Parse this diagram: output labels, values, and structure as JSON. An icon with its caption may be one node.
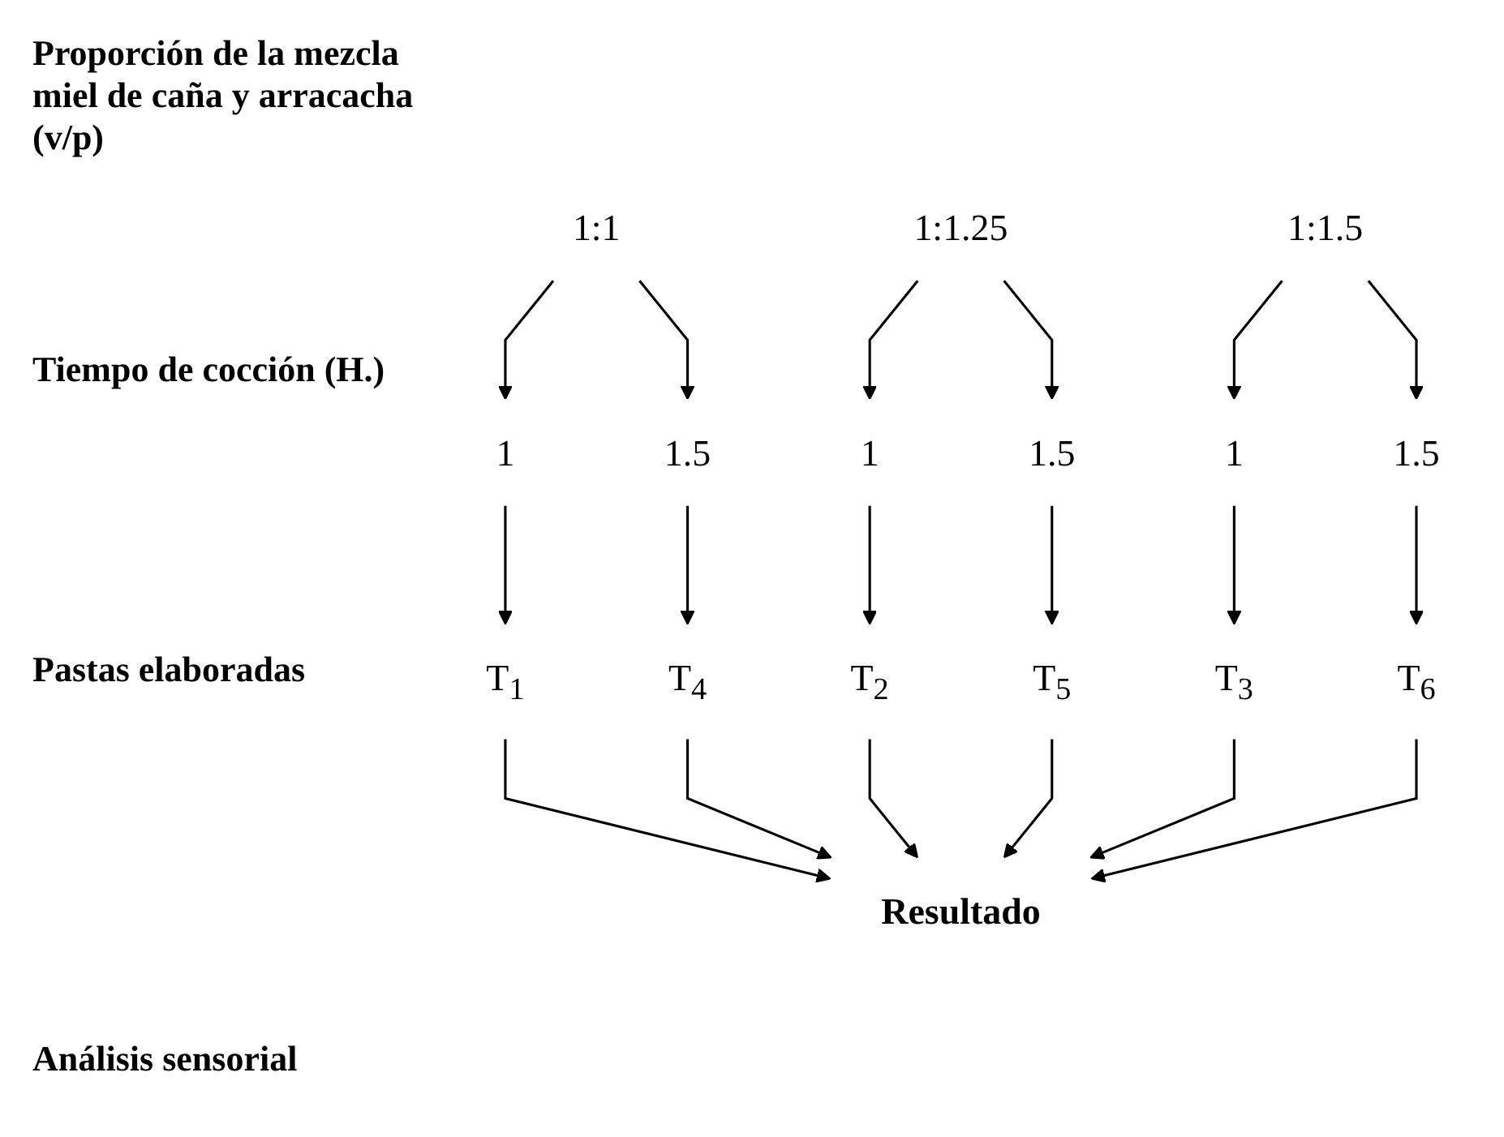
{
  "diagram": {
    "nodes": [
      {
        "text": [
          "1:1"
        ]
      },
      {
        "text": [
          "1:1.25"
        ]
      },
      {
        "text": [
          "1:1.5"
        ]
      },
      {
        "text": [
          "1"
        ]
      },
      {
        "text": [
          "1.5"
        ]
      },
      {
        "text": [
          "1"
        ]
      },
      {
        "text": [
          "1.5"
        ]
      },
      {
        "text": [
          "1"
        ]
      },
      {
        "text": [
          "1.5"
        ]
      },
      {
        "text": [
          "T$_{1}$"
        ]
      },
      {
        "text": [
          "T$_{4}$"
        ]
      },
      {
        "text": [
          "T$_{2}$"
        ]
      },
      {
        "text": [
          "T$_{5}$"
        ]
      },
      {
        "text": [
          "T$_{3}$"
        ]
      },
      {
        "text": [
          "T$_{6}$"
        ]
      },
      {
        "text": [
          "Resultado"
        ]
      }
    ],
    "edges": [
      {
        "from": 0,
        "to": 3,
        "arrow": "to"
      },
      {
        "from": 0,
        "to": 4,
        "arrow": "to"
      },
      {
        "from": 1,
        "to": 5,
        "arrow": "to"
      },
      {
        "from": 1,
        "to": 6,
        "arrow": "to"
      },
      {
        "from": 2,
        "to": 7,
        "arrow": "to"
      },
      {
        "from": 2,
        "to": 8,
        "arrow": "to"
      },
      {
        "from": 3,
        "to": 9,
        "arrow": "to"
      },
      {
        "from": 4,
        "to": 10,
        "arrow": "to"
      },
      {
        "from": 5,
        "to": 11,
        "arrow": "to"
      },
      {
        "from": 6,
        "to": 12,
        "arrow": "to"
      },
      {
        "from": 7,
        "to": 13,
        "arrow": "to"
      },
      {
        "from": 8,
        "to": 14,
        "arrow": "to"
      },
      {
        "from": 9,
        "to": 15,
        "arrow": "to"
      },
      {
        "from": 10,
        "to": 15,
        "arrow": "to"
      },
      {
        "from": 11,
        "to": 15,
        "arrow": "to"
      },
      {
        "from": 12,
        "to": 15,
        "arrow": "to"
      },
      {
        "from": 13,
        "to": 15,
        "arrow": "to"
      },
      {
        "from": 14,
        "to": 15,
        "arrow": "to"
      }
    ],
    "labels": [
      "Proporción de la mezcla miel de caña y arracacha (v/p)",
      "Tiempo de cocción (H.)",
      "Pastas elaboradas",
      "Análisis sensorial"
    ]
  }
}
